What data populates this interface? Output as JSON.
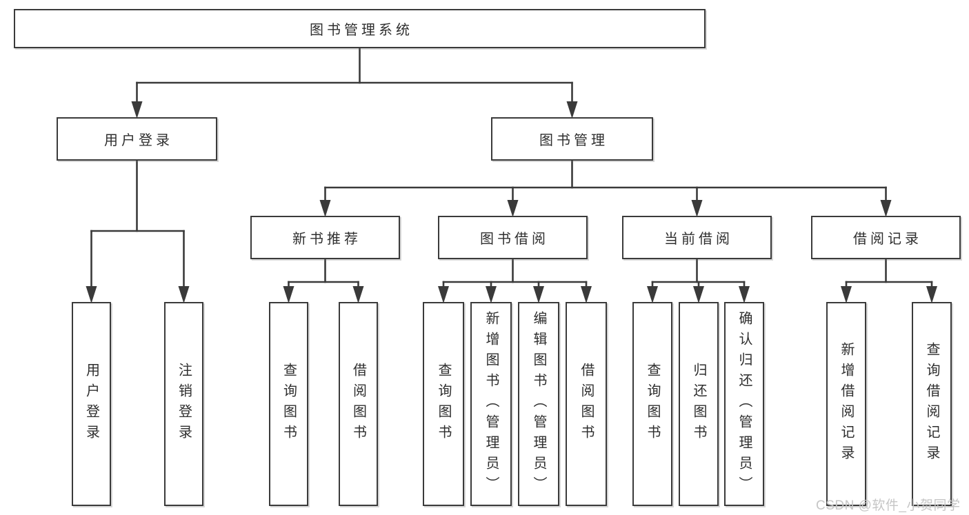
{
  "diagram": {
    "title": "图书管理系统",
    "watermark": "CSDN @软件_小贺同学",
    "colors": {
      "line": "#3a3a3a",
      "box_border": "#3a3a3a",
      "box_fill": "#ffffff",
      "text": "#2e2e2e",
      "watermark": "#c6c6c6",
      "background": "#ffffff"
    },
    "nodes": [
      {
        "id": "root",
        "label": "图书管理系统",
        "parent": null
      },
      {
        "id": "user-login-group",
        "label": "用户登录",
        "parent": "root"
      },
      {
        "id": "book-mgmt",
        "label": "图书管理",
        "parent": "root"
      },
      {
        "id": "user-login",
        "label": "用户登录",
        "parent": "user-login-group"
      },
      {
        "id": "logout",
        "label": "注销登录",
        "parent": "user-login-group"
      },
      {
        "id": "new-book-rec",
        "label": "新书推荐",
        "parent": "book-mgmt"
      },
      {
        "id": "book-borrow",
        "label": "图书借阅",
        "parent": "book-mgmt"
      },
      {
        "id": "current-borrow",
        "label": "当前借阅",
        "parent": "book-mgmt"
      },
      {
        "id": "borrow-records",
        "label": "借阅记录",
        "parent": "book-mgmt"
      },
      {
        "id": "query-books-1",
        "label": "查询图书",
        "parent": "new-book-rec"
      },
      {
        "id": "borrow-books-1",
        "label": "借阅图书",
        "parent": "new-book-rec"
      },
      {
        "id": "query-books-2",
        "label": "查询图书",
        "parent": "book-borrow"
      },
      {
        "id": "add-books-admin",
        "label": "新增图书（管理员）",
        "parent": "book-borrow"
      },
      {
        "id": "edit-books-admin",
        "label": "编辑图书（管理员）",
        "parent": "book-borrow"
      },
      {
        "id": "borrow-books-2",
        "label": "借阅图书",
        "parent": "book-borrow"
      },
      {
        "id": "query-books-3",
        "label": "查询图书",
        "parent": "current-borrow"
      },
      {
        "id": "return-books",
        "label": "归还图书",
        "parent": "current-borrow"
      },
      {
        "id": "confirm-return-admin",
        "label": "确认归还（管理员）",
        "parent": "current-borrow"
      },
      {
        "id": "add-borrow-record",
        "label": "新增借阅记录",
        "parent": "borrow-records"
      },
      {
        "id": "query-borrow-record",
        "label": "查询借阅记录",
        "parent": "borrow-records"
      }
    ]
  }
}
